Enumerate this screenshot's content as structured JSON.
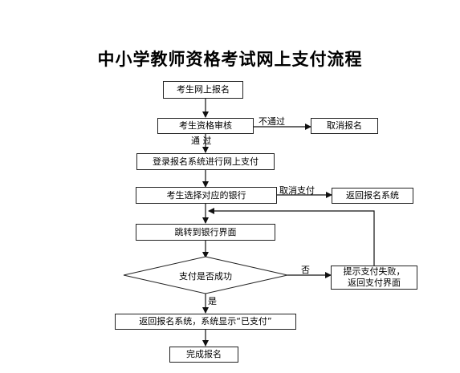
{
  "title": "中小学教师资格考试网上支付流程",
  "nodes": {
    "n1": "考生网上报名",
    "n2": "考生资格审核",
    "n_cancel_register": "取消报名",
    "n3": "登录报名系统进行网上支付",
    "n4": "考生选择对应的银行",
    "n_return_system": "返回报名系统",
    "n5": "跳转到银行界面",
    "n6": "支付是否成功",
    "n_fail": [
      "提示支付失败，",
      "返回支付界面"
    ],
    "n7": "返回报名系统，系统显示“已支付”",
    "n8": "完成报名"
  },
  "edge_labels": {
    "fail_review": "不通过",
    "pass_review": "通  过",
    "cancel_payment": "取消支付",
    "no": "否",
    "yes": "是"
  }
}
